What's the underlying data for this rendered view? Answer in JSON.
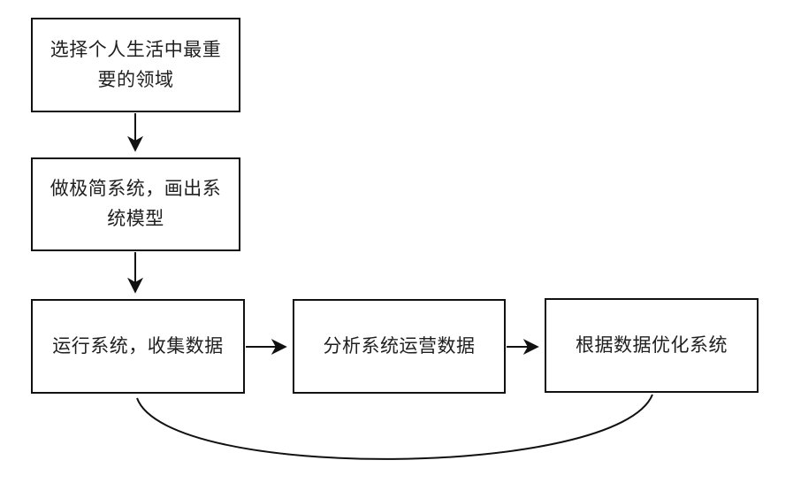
{
  "diagram": {
    "title": "personal-system-optimization-flowchart",
    "background_color": "#ffffff",
    "line_color": "#111111",
    "text_color": "#1f1f1f",
    "nodes": [
      {
        "id": "choose-domain",
        "label": "选择个人生活中最重\n要的领域"
      },
      {
        "id": "build-minimal-system",
        "label": "做极简系统，画出系\n统模型"
      },
      {
        "id": "run-system",
        "label": "运行系统，收集数据"
      },
      {
        "id": "analyze-data",
        "label": "分析系统运营数据"
      },
      {
        "id": "optimize-system",
        "label": "根据数据优化系统"
      }
    ],
    "edges": [
      {
        "from": "choose-domain",
        "to": "build-minimal-system",
        "style": "straight-arrow"
      },
      {
        "from": "build-minimal-system",
        "to": "run-system",
        "style": "straight-arrow"
      },
      {
        "from": "run-system",
        "to": "analyze-data",
        "style": "straight-arrow"
      },
      {
        "from": "analyze-data",
        "to": "optimize-system",
        "style": "straight-arrow"
      },
      {
        "from": "optimize-system",
        "to": "run-system",
        "style": "curved-feedback-line"
      }
    ]
  }
}
